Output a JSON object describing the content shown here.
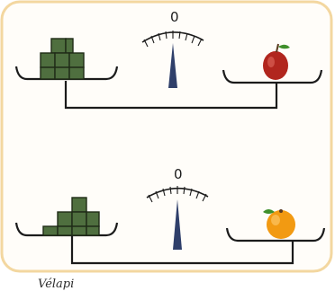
{
  "colors": {
    "frame": "#f3d7a0",
    "background": "#fffdf9",
    "line": "#1b1b1b",
    "block_fill": "#4f6f3f",
    "block_stroke": "#1f2b17",
    "needle": "#2f3f6a",
    "apple": "#b1261e",
    "orange": "#f29a12",
    "leaf": "#3f8f2b"
  },
  "scales": [
    {
      "reading": "0",
      "left_item": "green-block-stack",
      "right_item": "apple-icon"
    },
    {
      "reading": "0",
      "left_item": "green-block-stack",
      "right_item": "orange-icon"
    }
  ],
  "bottom_text": "Vélapi"
}
